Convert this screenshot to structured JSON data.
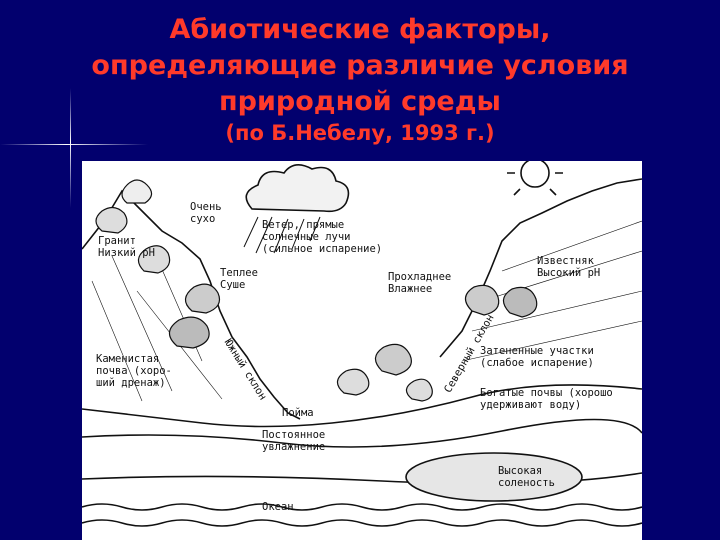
{
  "slide": {
    "title_lines": [
      "Абиотические факторы,",
      "определяющие различие условия",
      "природной среды"
    ],
    "subtitle": "(по Б.Небелу, 1993 г.)"
  },
  "figure": {
    "labels": {
      "very_dry": "Очень\nсухо",
      "wind": "Ветер, прямые\nсолнечные лучи\n(сильное испарение)",
      "granite": "Гранит\nНизкий pH",
      "warmer_drier": "Теплее\nСуше",
      "cooler_wetter": "Прохладнее\nВлажнее",
      "limestone": "Известняк\nВысокий pH",
      "stony_soil": "Каменистая\nпочва (хоро-\nший дренаж)",
      "south_slope": "Южный\nсклон",
      "north_slope": "Северный\nсклон",
      "shaded": "Затененные участки\n(слабое испарение)",
      "rich_soils": "Богатые почвы (хорошо\nудерживают воду)",
      "floodplain": "Пойма",
      "constant_moisture": "Постоянное\nувлажнение",
      "high_salinity": "Высокая\nсоленость",
      "ocean": "Океан"
    }
  },
  "colors": {
    "background": "#02006e",
    "title": "#ff3a2a",
    "panel": "#ffffff",
    "ink": "#111111"
  }
}
